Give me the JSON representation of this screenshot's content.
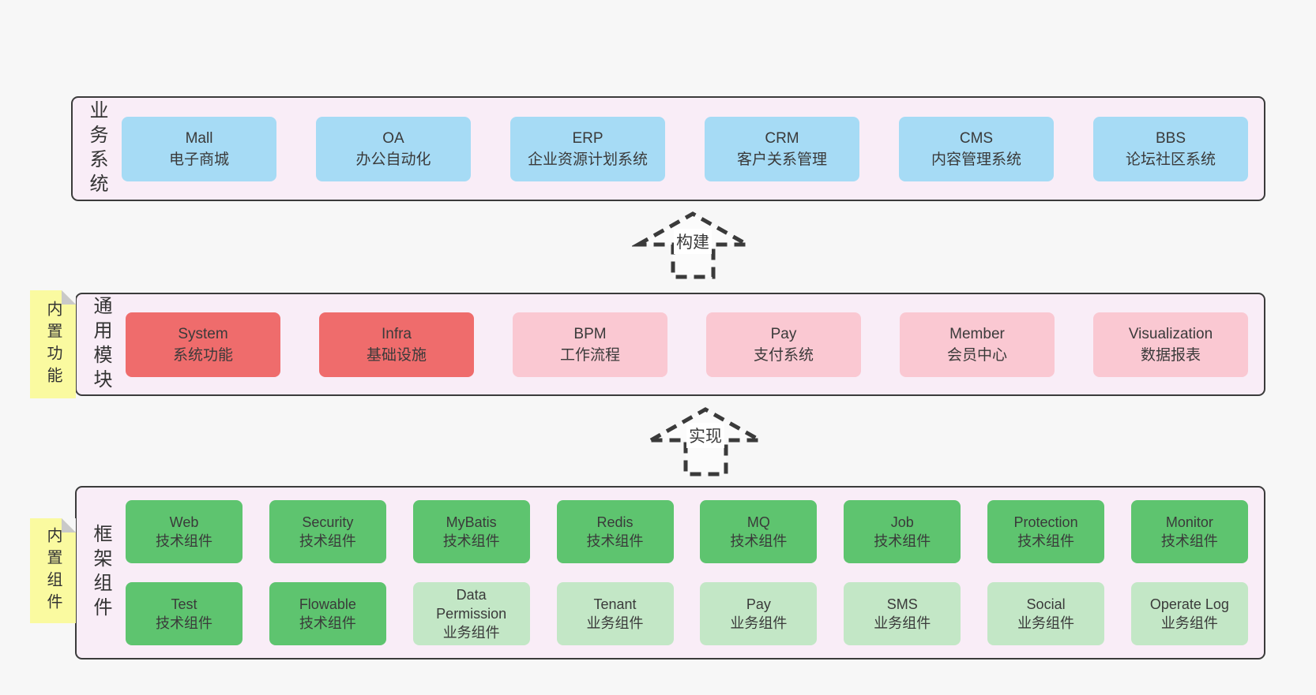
{
  "colors": {
    "page-bg": "#f7f7f7",
    "panel-bg": "#f9edf7",
    "panel-border": "#3b3b3b",
    "box-blue": "#a6dbf5",
    "box-red": "#ef6c6c",
    "box-pink": "#fac8d2",
    "box-green": "#5ec46f",
    "box-lightgreen": "#c3e7c6",
    "note-yellow": "#fafaa0",
    "note-fold": "#c9c9c9",
    "arrow-stroke": "#3a3a3a",
    "arrow-fill": "#fbfbfb",
    "text": "#3a3a3a"
  },
  "arrows": {
    "build": "构建",
    "implement": "实现"
  },
  "business": {
    "label": "业务系统",
    "boxes": [
      {
        "name": "Mall",
        "desc": "电子商城"
      },
      {
        "name": "OA",
        "desc": "办公自动化"
      },
      {
        "name": "ERP",
        "desc": "企业资源计划系统"
      },
      {
        "name": "CRM",
        "desc": "客户关系管理"
      },
      {
        "name": "CMS",
        "desc": "内容管理系统"
      },
      {
        "name": "BBS",
        "desc": "论坛社区系统"
      }
    ]
  },
  "modules": {
    "label": "通用模块",
    "note": "内置功能",
    "boxes": [
      {
        "name": "System",
        "desc": "系统功能"
      },
      {
        "name": "Infra",
        "desc": "基础设施"
      },
      {
        "name": "BPM",
        "desc": "工作流程"
      },
      {
        "name": "Pay",
        "desc": "支付系统"
      },
      {
        "name": "Member",
        "desc": "会员中心"
      },
      {
        "name": "Visualization",
        "desc": "数据报表"
      }
    ]
  },
  "framework": {
    "label": "框架组件",
    "note": "内置组件",
    "row1": [
      {
        "name": "Web",
        "desc": "技术组件"
      },
      {
        "name": "Security",
        "desc": "技术组件"
      },
      {
        "name": "MyBatis",
        "desc": "技术组件"
      },
      {
        "name": "Redis",
        "desc": "技术组件"
      },
      {
        "name": "MQ",
        "desc": "技术组件"
      },
      {
        "name": "Job",
        "desc": "技术组件"
      },
      {
        "name": "Protection",
        "desc": "技术组件"
      },
      {
        "name": "Monitor",
        "desc": "技术组件"
      }
    ],
    "row2": [
      {
        "name": "Test",
        "desc": "技术组件"
      },
      {
        "name": "Flowable",
        "desc": "技术组件"
      },
      {
        "name": "Data Permission",
        "desc": "业务组件"
      },
      {
        "name": "Tenant",
        "desc": "业务组件"
      },
      {
        "name": "Pay",
        "desc": "业务组件"
      },
      {
        "name": "SMS",
        "desc": "业务组件"
      },
      {
        "name": "Social",
        "desc": "业务组件"
      },
      {
        "name": "Operate Log",
        "desc": "业务组件"
      }
    ]
  }
}
